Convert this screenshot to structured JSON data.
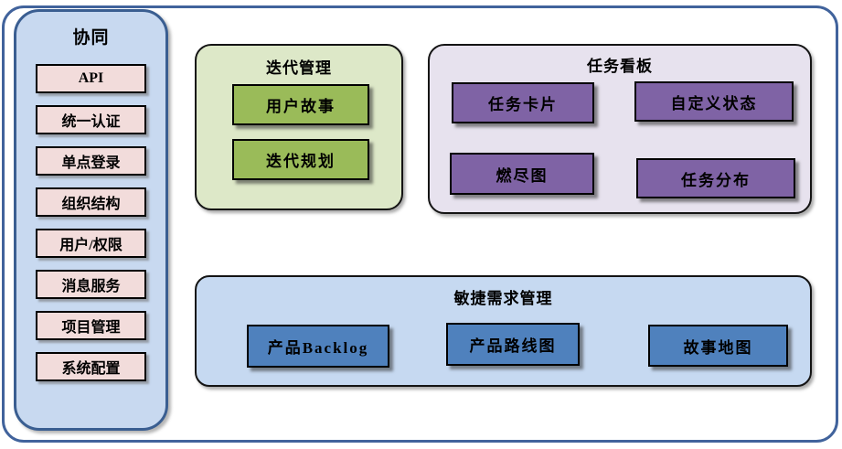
{
  "sidebar": {
    "title": "协同",
    "items": [
      {
        "label": "API"
      },
      {
        "label": "统一认证"
      },
      {
        "label": "单点登录"
      },
      {
        "label": "组织结构"
      },
      {
        "label": "用户/权限"
      },
      {
        "label": "消息服务"
      },
      {
        "label": "项目管理"
      },
      {
        "label": "系统配置"
      }
    ]
  },
  "panels": {
    "iteration": {
      "title": "迭代管理",
      "items": [
        {
          "label": "用户故事"
        },
        {
          "label": "迭代规划"
        }
      ]
    },
    "kanban": {
      "title": "任务看板",
      "items": [
        {
          "label": "任务卡片"
        },
        {
          "label": "自定义状态"
        },
        {
          "label": "燃尽图"
        },
        {
          "label": "任务分布"
        }
      ]
    },
    "agile": {
      "title": "敏捷需求管理",
      "items": [
        {
          "label": "产品Backlog"
        },
        {
          "label": "产品路线图"
        },
        {
          "label": "故事地图"
        }
      ]
    }
  },
  "colors": {
    "outer_frame_border": "#41639c",
    "sidebar_bg": "#c8d9f0",
    "sidebar_border": "#3a5e91",
    "sidebar_item_bg": "#f2dcdb",
    "iteration_panel_bg": "#dde8c8",
    "iteration_item_bg": "#9abb59",
    "kanban_panel_bg": "#e7e2ee",
    "kanban_item_bg": "#7f63a5",
    "agile_panel_bg": "#c6d9f1",
    "agile_item_bg": "#4f81bd",
    "node_border": "#000000",
    "text": "#000000"
  }
}
